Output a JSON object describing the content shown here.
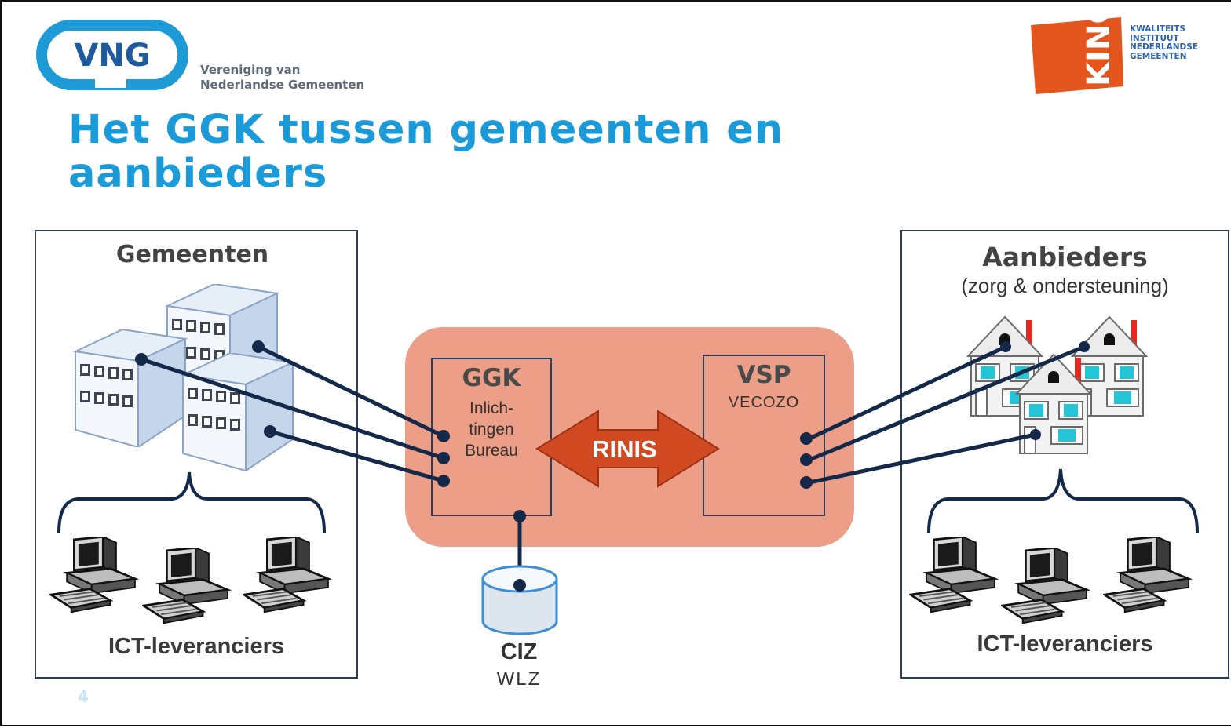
{
  "header": {
    "vng_logo": "VNG",
    "vng_subtitle_line1": "Vereniging van",
    "vng_subtitle_line2": "Nederlandse Gemeenten",
    "king_logo": "KING",
    "king_text": [
      "KWALITEITS",
      "INSTITUUT",
      "NEDERLANDSE",
      "GEMEENTEN"
    ]
  },
  "title": {
    "line1": "Het GGK tussen gemeenten en",
    "line2": "aanbieders"
  },
  "left_panel": {
    "title": "Gemeenten",
    "footer": "ICT-leveranciers"
  },
  "right_panel": {
    "title": "Aanbieders",
    "subtitle": "(zorg & ondersteuning)",
    "footer": "ICT-leveranciers"
  },
  "center": {
    "ggk_title": "GGK",
    "ggk_sub_lines": [
      "Inlich-",
      "tingen",
      "Bureau"
    ],
    "vsp_title": "VSP",
    "vsp_sub": "VECOZO",
    "connector_label": "RINIS",
    "db_title": "CIZ",
    "db_sub": "WLZ"
  },
  "page_number": "4",
  "colors": {
    "title_blue": "#1a9ad9",
    "vng_blue": "#1e9ad6",
    "king_orange": "#e4541d",
    "hub_salmon": "#ec9e86",
    "arrow_red": "#d24a22",
    "line_navy": "#14294a"
  },
  "icons": {
    "servers": "office-building-icon",
    "houses": "house-icon",
    "computers": "desktop-computer-icon",
    "database": "database-cylinder-icon"
  }
}
